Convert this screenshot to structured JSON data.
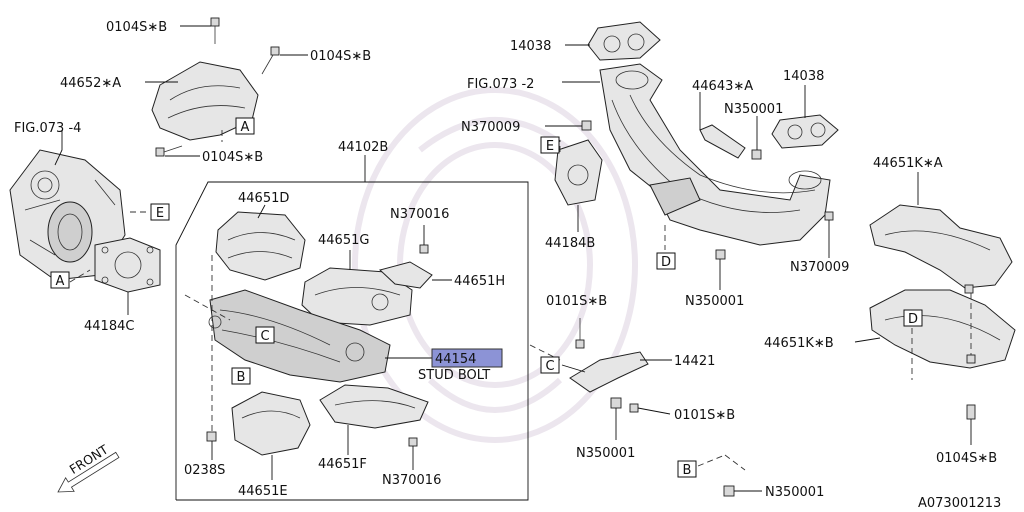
{
  "diagram_id": "A073001213",
  "front_label": "FRONT",
  "labels": {
    "l_0104SB_top": "0104S∗B",
    "l_0104SB_2": "0104S∗B",
    "l_44652A": "44652∗A",
    "l_0104SB_3": "0104S∗B",
    "l_FIG0734": "FIG.073 -4",
    "l_44102B": "44102B",
    "l_44651D": "44651D",
    "l_N370016_a": "N370016",
    "l_44651G": "44651G",
    "l_44651H": "44651H",
    "l_44184C": "44184C",
    "l_44154": "44154",
    "l_stud": "STUD BOLT",
    "l_0238S": "0238S",
    "l_44651E": "44651E",
    "l_44651F": "44651F",
    "l_N370016_b": "N370016",
    "l_14038_a": "14038",
    "l_FIG0732": "FIG.073 -2",
    "l_N370009_a": "N370009",
    "l_44643A": "44643∗A",
    "l_N350001_a": "N350001",
    "l_14038_b": "14038",
    "l_44184B": "44184B",
    "l_N370009_b": "N370009",
    "l_N350001_b": "N350001",
    "l_0101SB_a": "0101S∗B",
    "l_14421": "14421",
    "l_0101SB_b": "0101S∗B",
    "l_N350001_c": "N350001",
    "l_N350001_d": "N350001",
    "l_44651KA": "44651K∗A",
    "l_44651KB": "44651K∗B",
    "l_0104SB_4": "0104S∗B"
  },
  "ref_markers": {
    "m1": "A",
    "m2": "E",
    "m3": "A",
    "m4": "C",
    "m5": "B",
    "m6": "E",
    "m7": "D",
    "m8": "C",
    "m9": "B",
    "m10": "D"
  }
}
